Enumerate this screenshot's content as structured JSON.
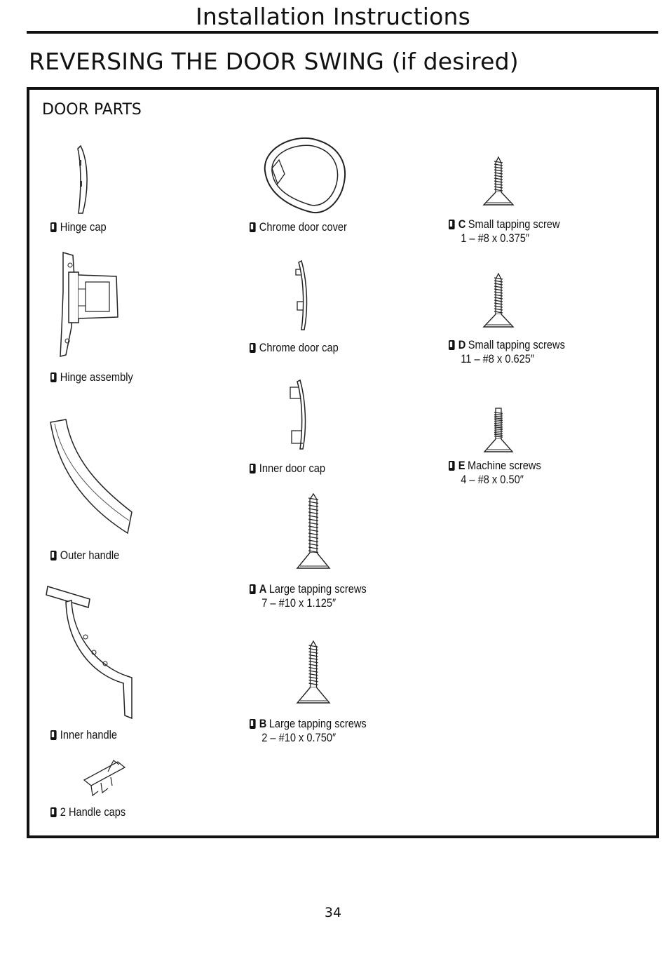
{
  "header": {
    "title": "Installation Instructions"
  },
  "section": {
    "title": "REVERSING THE DOOR SWING (if desired)"
  },
  "panel": {
    "title": "DOOR PARTS"
  },
  "parts": {
    "hinge_cap": {
      "label": "Hinge cap"
    },
    "hinge_assembly": {
      "label": "Hinge assembly"
    },
    "outer_handle": {
      "label": "Outer handle"
    },
    "inner_handle": {
      "label": "Inner handle"
    },
    "handle_caps": {
      "label": "2 Handle caps"
    },
    "chrome_door_cover": {
      "label": "Chrome door cover"
    },
    "chrome_door_cap": {
      "label": "Chrome door cap"
    },
    "inner_door_cap": {
      "label": "Inner door cap"
    },
    "screw_a": {
      "letter": "A",
      "label": "Large tapping screws",
      "spec": "7 – #10 x 1.125″"
    },
    "screw_b": {
      "letter": "B",
      "label": "Large tapping screws",
      "spec": "2 – #10 x 0.750″"
    },
    "screw_c": {
      "letter": "C",
      "label": "Small tapping screw",
      "spec": "1 – #8 x 0.375″"
    },
    "screw_d": {
      "letter": "D",
      "label": "Small tapping screws",
      "spec": "11 – #8 x 0.625″"
    },
    "screw_e": {
      "letter": "E",
      "label": "Machine screws",
      "spec": "4 – #8 x 0.50″"
    }
  },
  "footer": {
    "page_number": "34"
  }
}
